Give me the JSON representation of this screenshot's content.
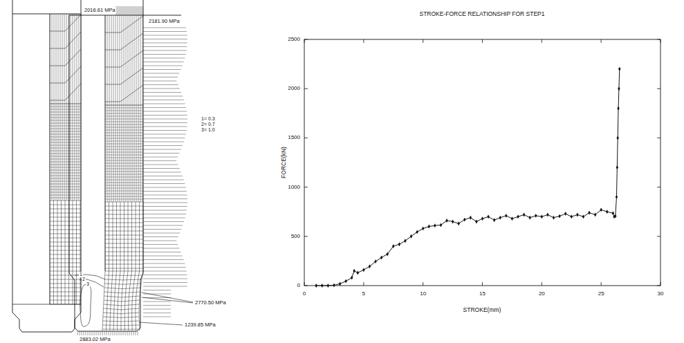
{
  "diagram": {
    "title": "STROKE-FORCE RELATIONSHIP FOR STEP1",
    "labels": [
      "2016.61 MPa",
      "2181.90 MPa",
      "1= 0.3",
      "2= 0.7",
      "3= 1.0",
      "2770.50 MPa",
      "1239.85 MPa",
      "2883.02 MPa",
      "1",
      "2",
      "3",
      "FORCE(kN)",
      "STROKE(mm)",
      "0",
      "500",
      "1000",
      "1500",
      "2000",
      "2500",
      "0",
      "5",
      "10",
      "15",
      "20",
      "25",
      "30"
    ]
  }
}
